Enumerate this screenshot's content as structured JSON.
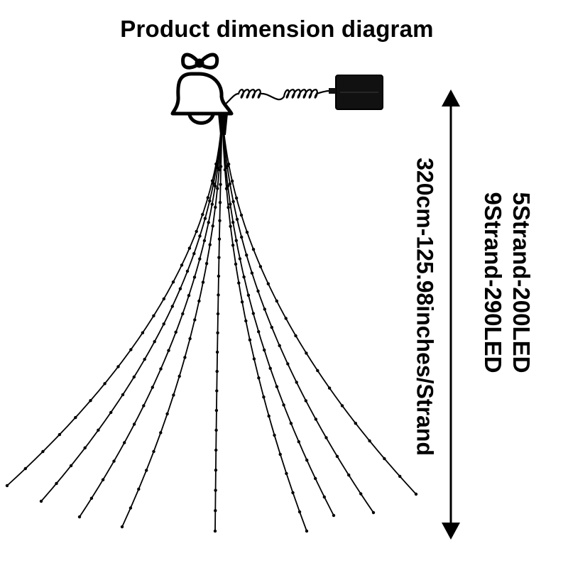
{
  "title": "Product dimension diagram",
  "length_label": "320cm-125.98inches/Strand",
  "led_labels": [
    "5Strand-200LED",
    "9Strand-290LED"
  ],
  "colors": {
    "line": "#000000",
    "background": "#ffffff"
  },
  "icons": {
    "bell": "bell-icon",
    "bow": "bow-icon",
    "solar_panel": "solar-panel-icon",
    "coiled_cable": "coiled-cable-icon",
    "dimension_arrow": "double-arrow-icon"
  },
  "strand_count": 9
}
